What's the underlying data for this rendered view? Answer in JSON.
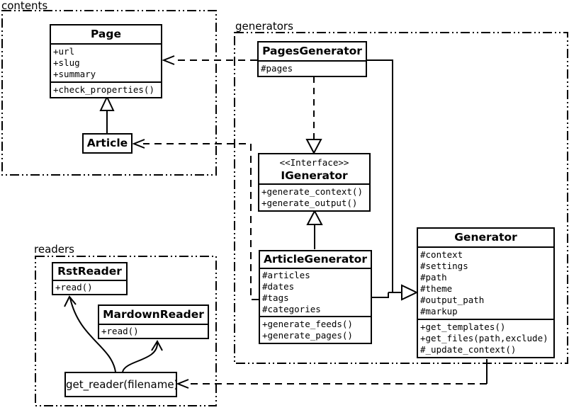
{
  "diagram": {
    "kind": "uml-class-diagram"
  },
  "colors": {
    "line": "#000000",
    "background": "#ffffff",
    "text": "#000000"
  },
  "packages": {
    "contents": {
      "label": "contents"
    },
    "generators": {
      "label": "generators"
    },
    "readers": {
      "label": "readers"
    }
  },
  "classes": {
    "page": {
      "title": "Page",
      "attributes": [
        "+url",
        "+slug",
        "+summary"
      ],
      "methods": [
        "+check_properties()"
      ]
    },
    "article": {
      "title": "Article"
    },
    "pages_generator": {
      "title": "PagesGenerator",
      "attributes": [
        "#pages"
      ]
    },
    "igenerator": {
      "stereotype": "<<Interface>>",
      "title": "IGenerator",
      "methods": [
        "+generate_context()",
        "+generate_output()"
      ]
    },
    "article_generator": {
      "title": "ArticleGenerator",
      "attributes": [
        "#articles",
        "#dates",
        "#tags",
        "#categories"
      ],
      "methods": [
        "+generate_feeds()",
        "+generate_pages()"
      ]
    },
    "generator": {
      "title": "Generator",
      "attributes": [
        "#context",
        "#settings",
        "#path",
        "#theme",
        "#output_path",
        "#markup"
      ],
      "methods": [
        "+get_templates()",
        "+get_files(path,exclude)",
        "#_update_context()"
      ]
    },
    "rst_reader": {
      "title": "RstReader",
      "methods": [
        "+read()"
      ]
    },
    "mardown_reader": {
      "title": "MardownReader",
      "methods": [
        "+read()"
      ]
    },
    "get_reader": {
      "label": "get_reader(filename)"
    }
  },
  "relationships": [
    {
      "type": "generalization",
      "from": "Article",
      "to": "Page",
      "style": "solid-hollow-triangle"
    },
    {
      "type": "dependency",
      "from": "PagesGenerator",
      "to": "Page",
      "style": "dashed-open-arrow"
    },
    {
      "type": "dependency",
      "from": "ArticleGenerator",
      "to": "Article",
      "style": "dashed-open-arrow"
    },
    {
      "type": "realization",
      "from": "PagesGenerator",
      "to": "IGenerator",
      "style": "dashed-hollow-triangle"
    },
    {
      "type": "generalization",
      "from": "ArticleGenerator",
      "to": "IGenerator",
      "style": "solid-hollow-triangle"
    },
    {
      "type": "generalization",
      "from": "PagesGenerator",
      "to": "Generator",
      "style": "solid-hollow-triangle"
    },
    {
      "type": "generalization",
      "from": "ArticleGenerator",
      "to": "Generator",
      "style": "solid-hollow-triangle"
    },
    {
      "type": "dependency",
      "from": "Generator",
      "to": "get_reader(filename)",
      "style": "dashed-open-arrow"
    },
    {
      "type": "call",
      "from": "get_reader(filename)",
      "to": "RstReader",
      "style": "curved-open-arrow"
    },
    {
      "type": "call",
      "from": "get_reader(filename)",
      "to": "MardownReader",
      "style": "curved-open-arrow"
    }
  ]
}
